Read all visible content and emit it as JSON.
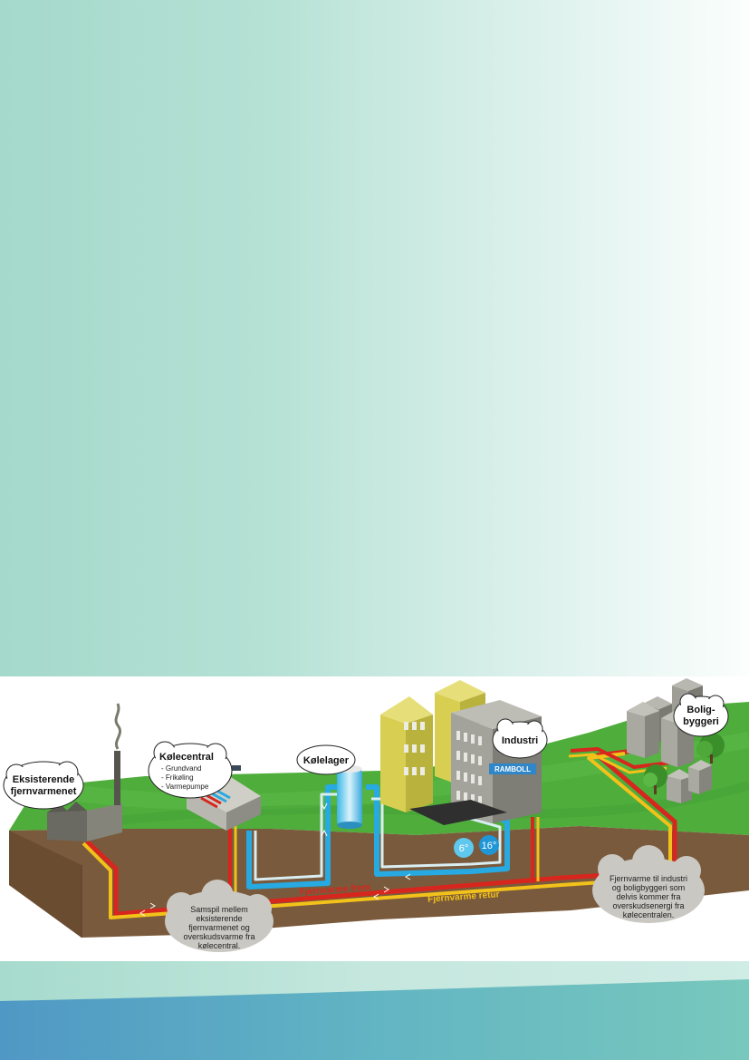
{
  "diagram": {
    "labels": {
      "existing_network_line1": "Eksisterende",
      "existing_network_line2": "fjernvarmenet",
      "cooling_central_title": "Kølecentral",
      "cooling_central_items": [
        "- Grundvand",
        "- Frikøling",
        "- Varmepumpe"
      ],
      "cooling_storage": "Kølelager",
      "industry": "Industri",
      "brand": "RAMBOLL",
      "residential_line1": "Bolig-",
      "residential_line2": "byggeri",
      "temp_cold": "6°",
      "temp_warm": "16°",
      "district_heating_supply": "Fjernvarme frem",
      "district_heating_return": "Fjernvarme retur",
      "interplay_note": [
        "Samspil mellem",
        "eksisterende",
        "fjernvarmenet og",
        "overskudsvarme fra",
        "kølecentral."
      ],
      "supply_note": [
        "Fjernvarme til industri",
        "og boligbyggeri som",
        "delvis kommer fra",
        "overskudsenergi fra",
        "kølecentralen."
      ]
    },
    "colors": {
      "grass": "#4fad3c",
      "soil": "#7a5a3c",
      "supply_pipe": "#d7261e",
      "return_pipe": "#f2c21b",
      "cooling_pipe": "#27a9e1",
      "cooling_pipe_inner": "#d9eef2",
      "building_yellow": "#d8cf52",
      "building_grey": "#8c8b85",
      "brand_blue": "#2f86c8"
    }
  }
}
